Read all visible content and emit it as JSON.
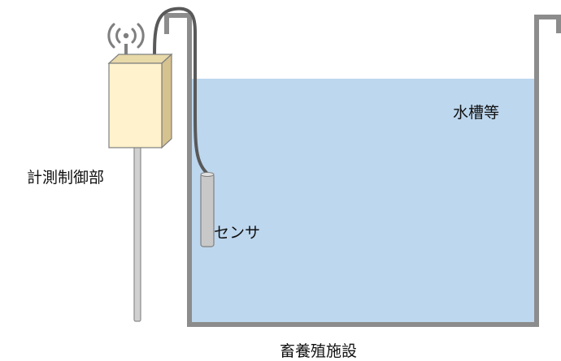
{
  "labels": {
    "control_unit": "計測制御部",
    "tank": "水槽等",
    "sensor": "センサ",
    "facility": "畜養殖施設"
  },
  "colors": {
    "water": "#bdd7ee",
    "tank_wall": "#8c8c8c",
    "box_front": "#fff2cc",
    "box_side": "#d6c28f",
    "box_top": "#e8d9a8",
    "box_stroke": "#7f7f7f",
    "pole": "#d0d0d0",
    "cable": "#595959",
    "sensor_body": "#c8c8c8"
  },
  "icons": {
    "antenna": "wireless-antenna-icon"
  }
}
